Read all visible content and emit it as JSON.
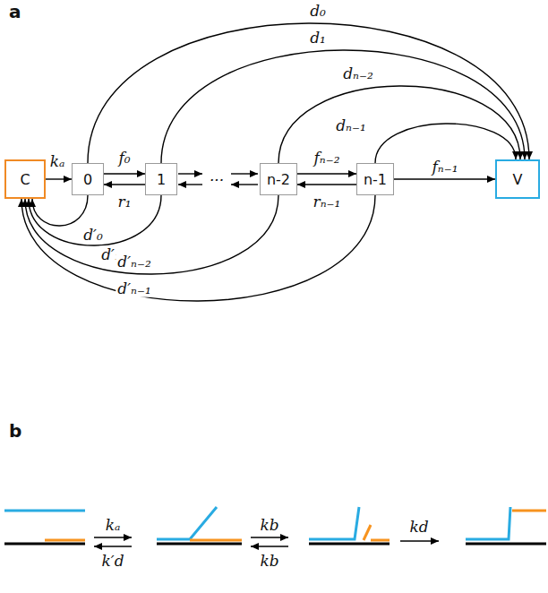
{
  "diagram": {
    "nodes": [
      {
        "text": [
          "C"
        ]
      },
      {
        "text": [
          "0"
        ]
      },
      {
        "text": [
          "1"
        ]
      },
      {
        "text": [
          "n-2"
        ]
      },
      {
        "text": [
          "n-1"
        ]
      },
      {
        "text": [
          "V"
        ]
      }
    ],
    "edges": [
      {
        "from": 0,
        "to": 1,
        "arrow": "to",
        "label": "kₐ"
      },
      {
        "from": 1,
        "to": 2,
        "arrow": "to",
        "label": "f₀"
      },
      {
        "from": 2,
        "to": 1,
        "arrow": "to",
        "label": "r₁"
      },
      {
        "from": 3,
        "to": 4,
        "arrow": "to",
        "label": "fₙ₋₂"
      },
      {
        "from": 4,
        "to": 3,
        "arrow": "to",
        "label": "rₙ₋₁"
      },
      {
        "from": 4,
        "to": 5,
        "arrow": "to",
        "label": "fₙ₋₁"
      },
      {
        "from": 1,
        "to": 5,
        "arrow": "to",
        "label": "d₀"
      },
      {
        "from": 2,
        "to": 5,
        "arrow": "to",
        "label": "d₁"
      },
      {
        "from": 3,
        "to": 5,
        "arrow": "to",
        "label": "dₙ₋₂"
      },
      {
        "from": 4,
        "to": 5,
        "arrow": "to",
        "label": "dₙ₋₁"
      },
      {
        "from": 1,
        "to": 0,
        "arrow": "to",
        "label": "d′₀"
      },
      {
        "from": 2,
        "to": 0,
        "arrow": "to",
        "label": "d′₁"
      },
      {
        "from": 3,
        "to": 0,
        "arrow": "to",
        "label": "d′ₙ₋₂"
      },
      {
        "from": 4,
        "to": 0,
        "arrow": "to",
        "label": "d′ₙ₋₁"
      }
    ],
    "labels": [
      "a",
      "...",
      "b",
      "kₐ",
      "k′d",
      "kb",
      "kb",
      "kd"
    ]
  }
}
